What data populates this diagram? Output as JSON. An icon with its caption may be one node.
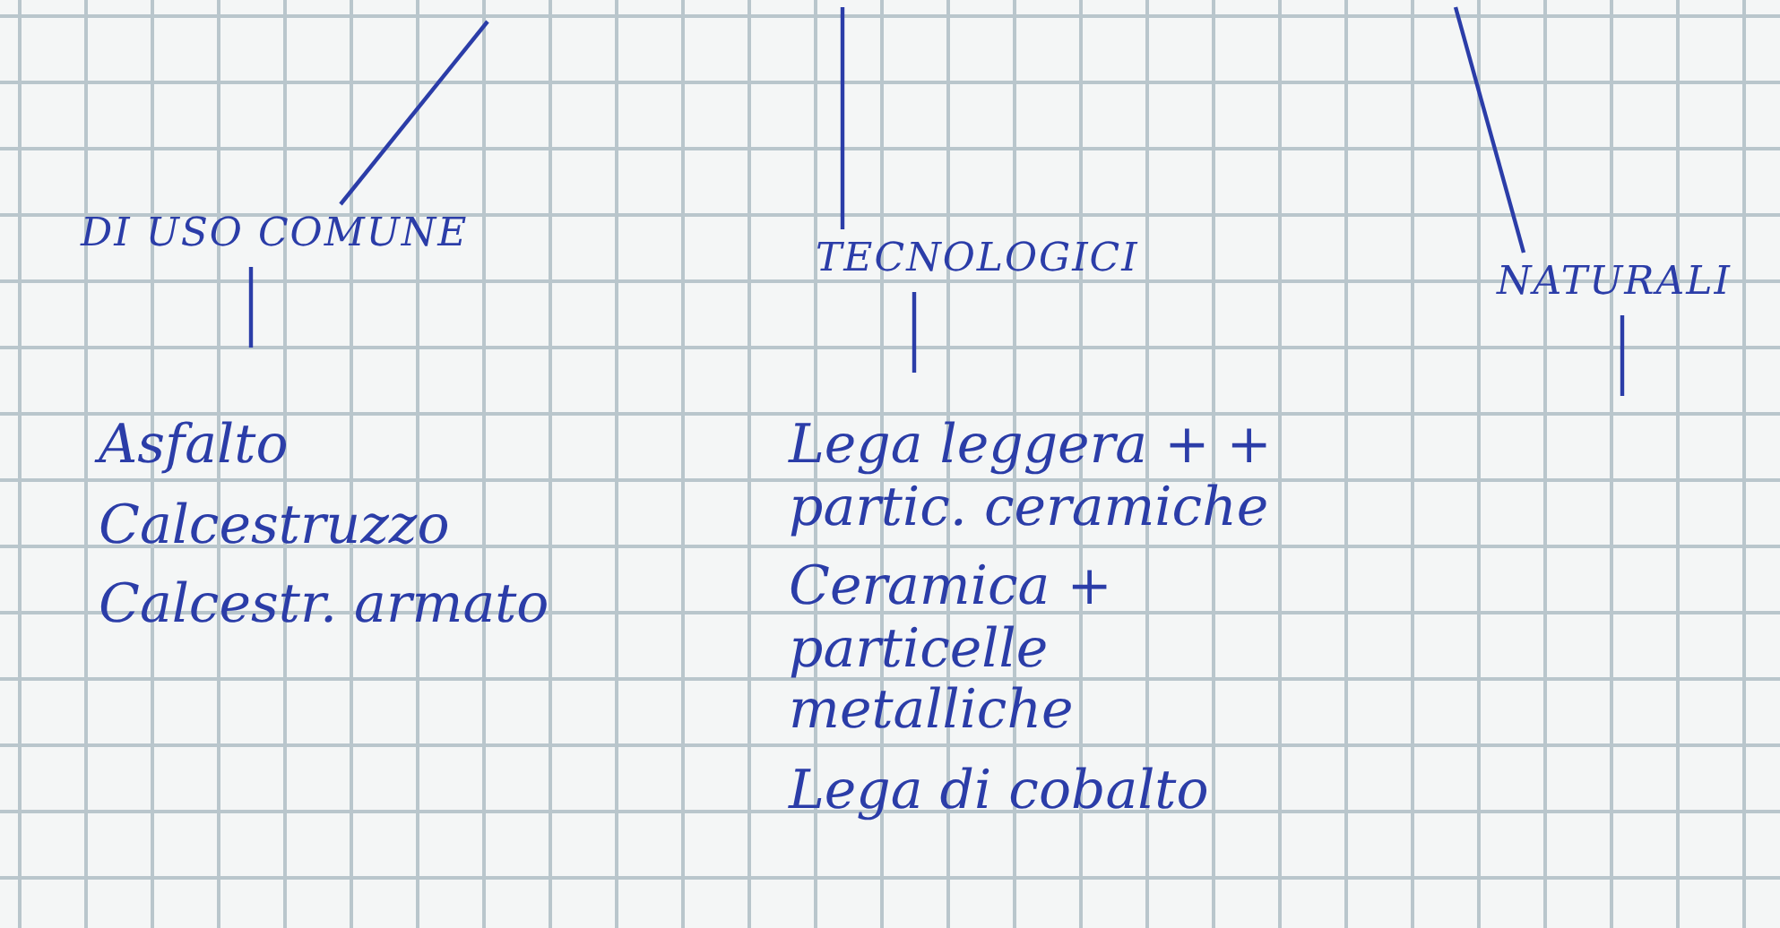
{
  "diagram": {
    "nodes": [
      {
        "text": [
          "DI USO COMUNE"
        ]
      },
      {
        "text": [
          "TECNOLOGICI"
        ]
      },
      {
        "text": [
          "NATURALI"
        ]
      },
      {
        "text": [
          "Asfalto",
          "Calcestruzzo",
          "Calcestr. armato"
        ]
      },
      {
        "text": [
          "Lega leggera + + partic. ceramiche",
          "Ceramica + particelle metalliche",
          "Lega di cobalto"
        ]
      }
    ],
    "edges": [
      {
        "from": null,
        "to": 0,
        "arrow": "none"
      },
      {
        "from": null,
        "to": 1,
        "arrow": "none"
      },
      {
        "from": null,
        "to": 2,
        "arrow": "none"
      },
      {
        "from": 0,
        "to": 3,
        "arrow": "none"
      },
      {
        "from": 1,
        "to": 4,
        "arrow": "none"
      },
      {
        "from": 2,
        "to": null,
        "arrow": "none"
      }
    ]
  }
}
